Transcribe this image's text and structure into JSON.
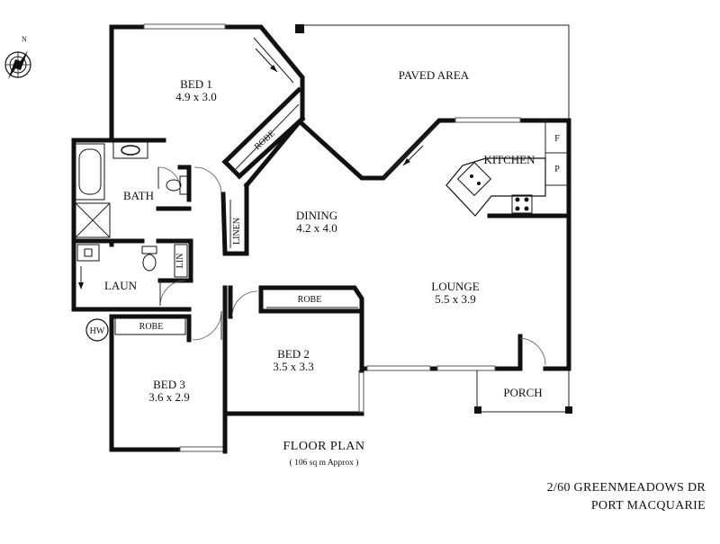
{
  "compass": {
    "north_label": "N"
  },
  "rooms": {
    "bed1": {
      "name": "BED 1",
      "size": "4.9 x 3.0"
    },
    "paved": {
      "name": "PAVED AREA"
    },
    "robe_bed1": {
      "name": "ROBE"
    },
    "kitchen": {
      "name": "KITCHEN",
      "fridge": "F",
      "pantry": "P"
    },
    "bath": {
      "name": "BATH"
    },
    "dining": {
      "name": "DINING",
      "size": "4.2 x 4.0"
    },
    "linen": {
      "name": "LINEN"
    },
    "lin": {
      "name": "LIN"
    },
    "laun": {
      "name": "LAUN"
    },
    "lounge": {
      "name": "LOUNGE",
      "size": "5.5 x 3.9"
    },
    "robe_bed2": {
      "name": "ROBE"
    },
    "robe_bed3": {
      "name": "ROBE"
    },
    "hw": {
      "name": "HW"
    },
    "bed2": {
      "name": "BED 2",
      "size": "3.5 x 3.3"
    },
    "bed3": {
      "name": "BED 3",
      "size": "3.6 x 2.9"
    },
    "porch": {
      "name": "PORCH"
    }
  },
  "plan": {
    "title": "FLOOR  PLAN",
    "area": "( 106 sq m Approx )"
  },
  "address": {
    "line1": "2/60 GREENMEADOWS DR",
    "line2": "PORT MACQUARIE"
  }
}
